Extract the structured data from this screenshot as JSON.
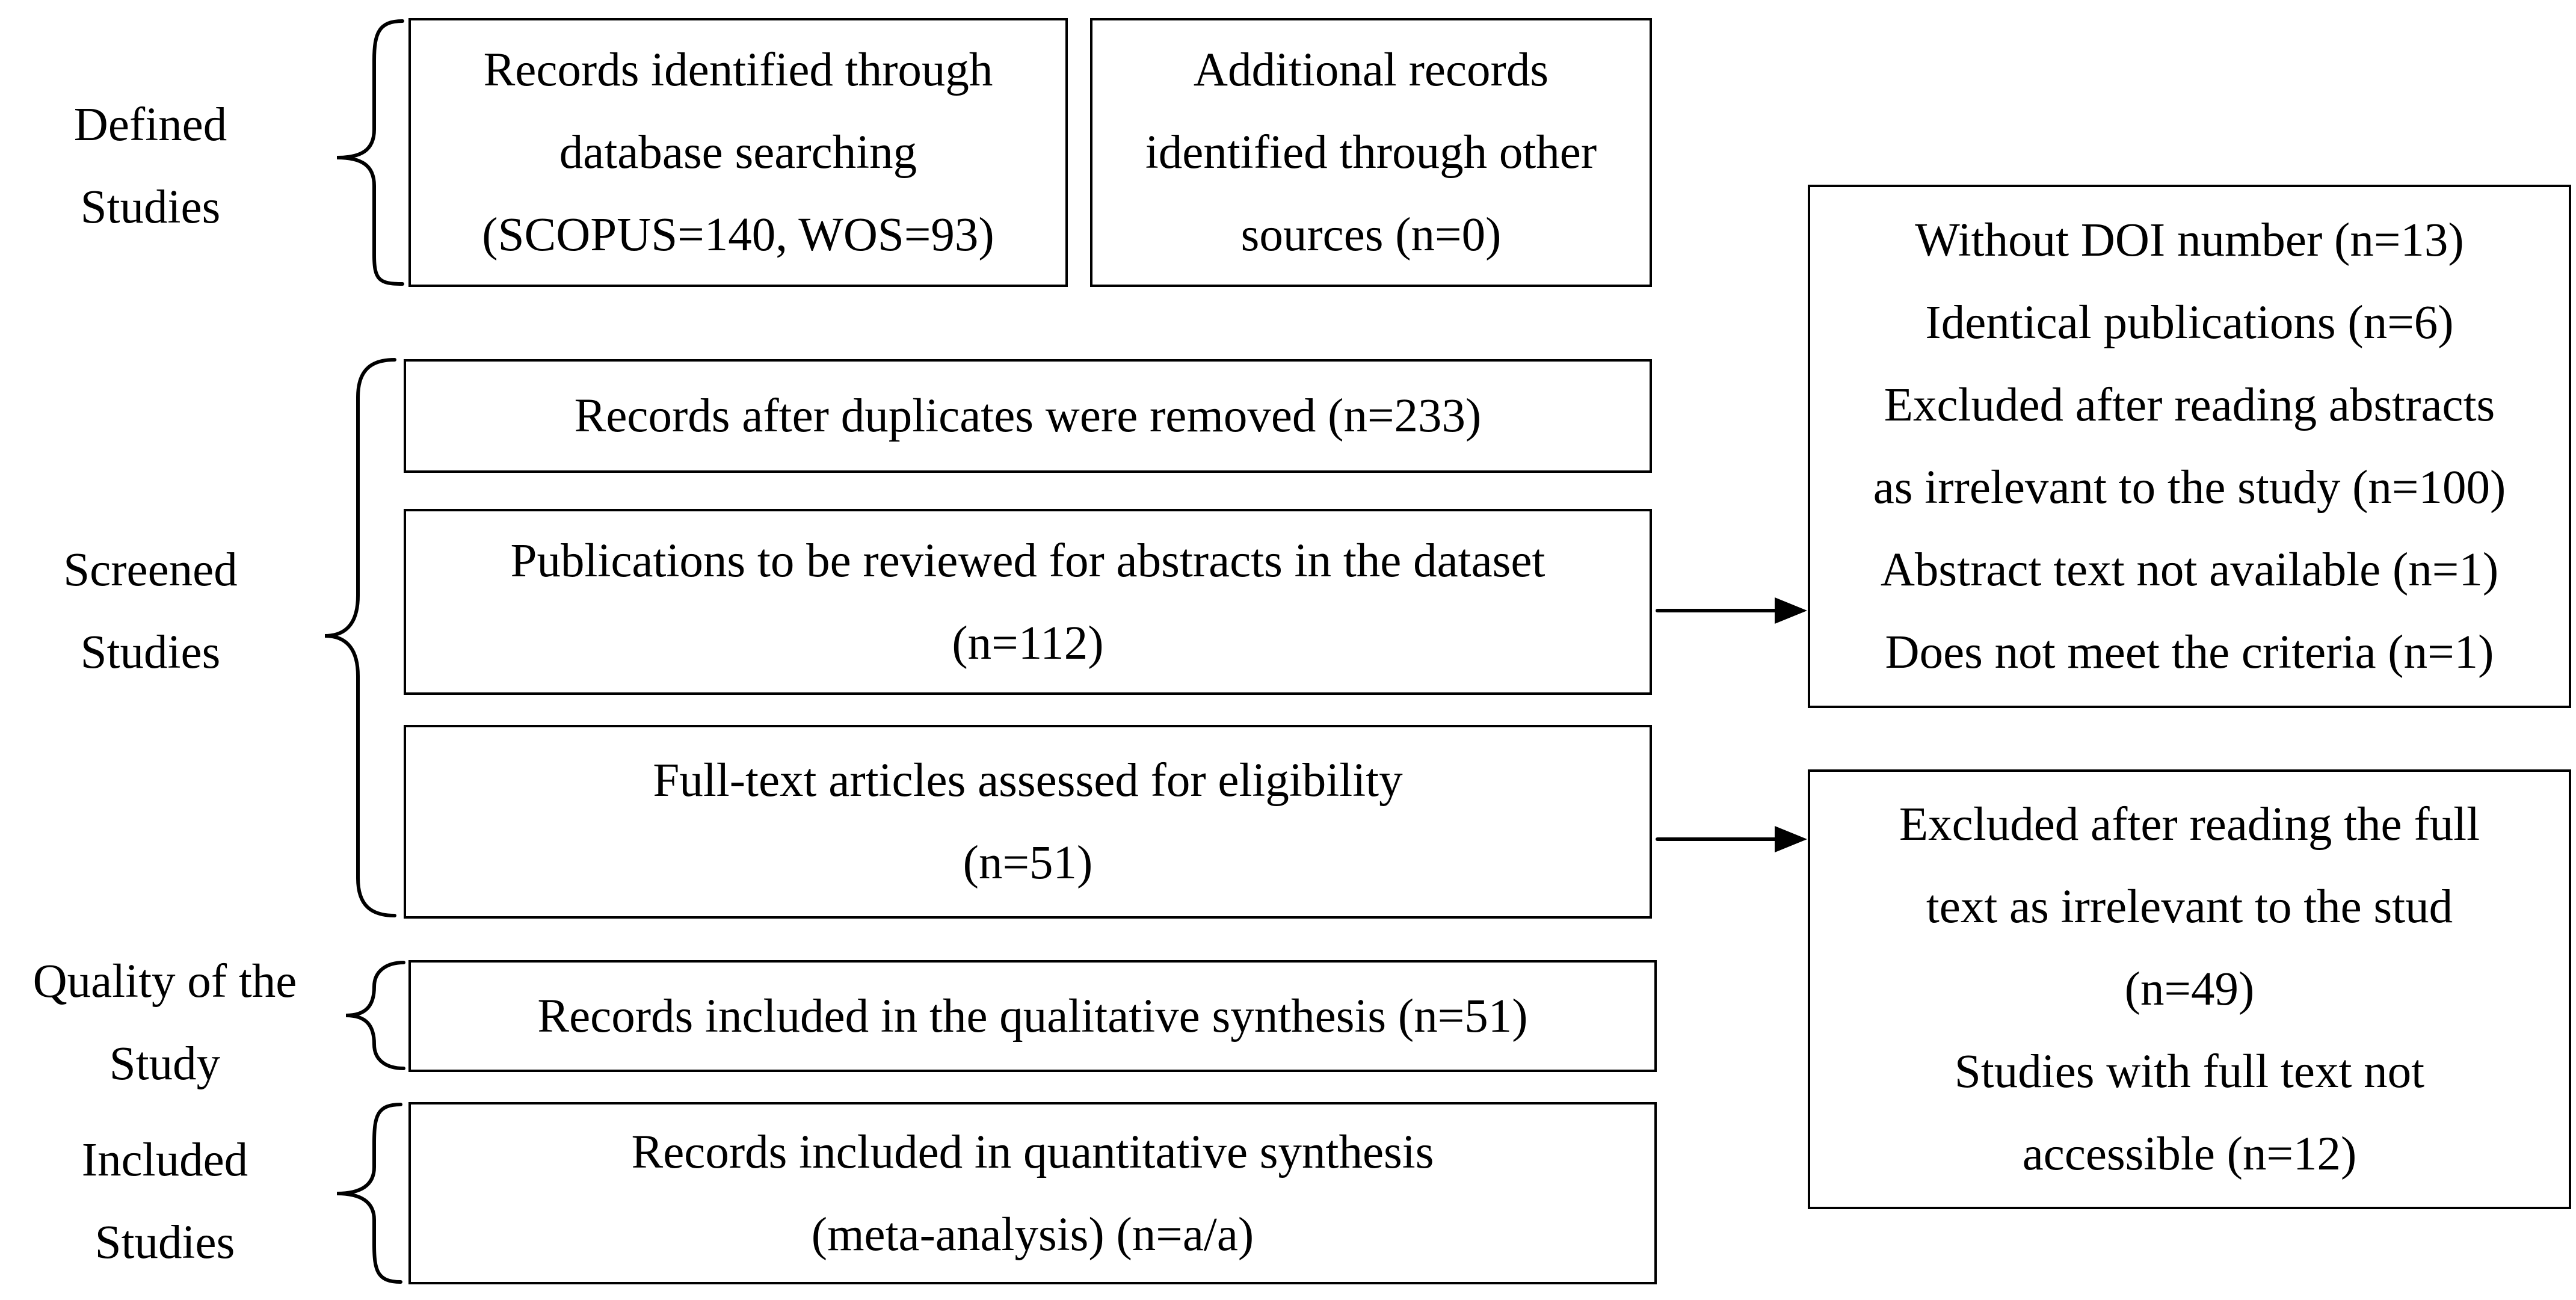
{
  "stages": {
    "defined": [
      "Defined",
      "Studies"
    ],
    "screened": [
      "Screened",
      "Studies"
    ],
    "quality": [
      "Quality of the",
      "Study"
    ],
    "included": [
      "Included",
      "Studies"
    ]
  },
  "boxes": {
    "database": [
      "Records identified through",
      "database searching",
      "(SCOPUS=140, WOS=93)"
    ],
    "additional": [
      "Additional records",
      "identified through other",
      "sources (n=0)"
    ],
    "duplicates": [
      "Records after duplicates were removed (n=233)"
    ],
    "abstracts": [
      "Publications to be reviewed for abstracts in the dataset",
      "(n=112)"
    ],
    "fulltext": [
      "Full-text articles assessed for eligibility",
      "(n=51)"
    ],
    "qualitative": [
      "Records included in the qualitative synthesis (n=51)"
    ],
    "quantitative": [
      "Records included in quantitative synthesis",
      "(meta-analysis) (n=a/a)"
    ],
    "excluded_abstract": [
      "Without DOI number (n=13)",
      "Identical publications (n=6)",
      "Excluded after reading abstracts",
      "as irrelevant to the study (n=100)",
      "Abstract text not available (n=1)",
      "Does not meet the criteria (n=1)"
    ],
    "excluded_fulltext": [
      "Excluded after reading the full",
      "text as irrelevant to the stud",
      "(n=49)",
      "Studies with full text not",
      "accessible (n=12)"
    ]
  }
}
